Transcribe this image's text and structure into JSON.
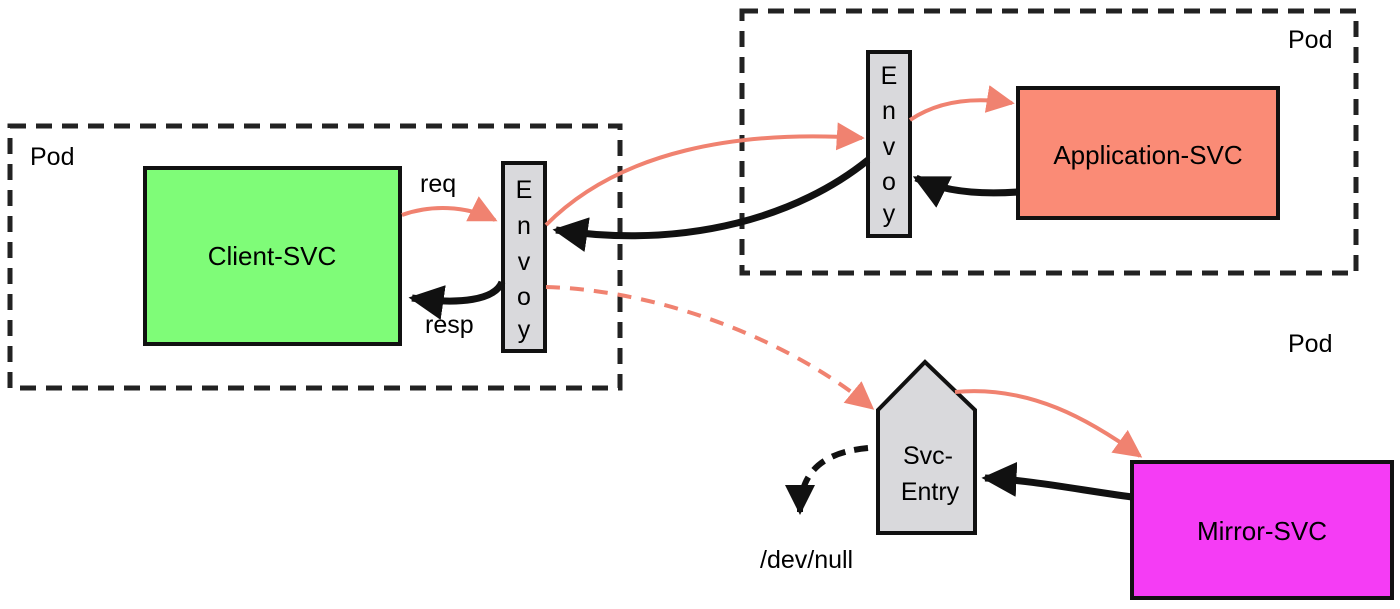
{
  "pods": {
    "client_pod_label": "Pod",
    "app_pod_label": "Pod",
    "mirror_pod_label": "Pod"
  },
  "services": {
    "client": "Client-SVC",
    "application": "Application-SVC",
    "mirror": "Mirror-SVC"
  },
  "sidecars": {
    "client_envoy": [
      "E",
      "n",
      "v",
      "o",
      "y"
    ],
    "app_envoy": [
      "E",
      "n",
      "v",
      "o",
      "y"
    ]
  },
  "service_entry": {
    "line1": "Svc-",
    "line2": "Entry"
  },
  "edge_labels": {
    "request": "req",
    "response": "resp",
    "discard": "/dev/null"
  },
  "colors": {
    "client": "#7ffc78",
    "application": "#fa8b76",
    "mirror": "#f53cf5",
    "envoy": "#d9d9dc",
    "request_arrow": "#f08270",
    "response_arrow": "#111111"
  }
}
